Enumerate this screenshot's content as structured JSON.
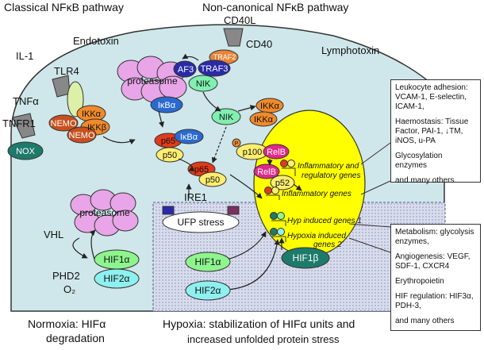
{
  "titles": {
    "classical": "Classical NFκB pathway",
    "noncanonical": "Non-canonical NFκB pathway",
    "normoxia_1": "Normoxia: HIFα",
    "normoxia_2": "degradation",
    "hypoxia_1": "Hypoxia: stabilization of HIFα units and",
    "hypoxia_2": "increased unfolded protein stress"
  },
  "stimuli": {
    "il1": "IL-1",
    "endotoxin": "Endotoxin",
    "tlr4": "TLR4",
    "tnfa": "TNFα",
    "tnfr1": "TNFR1",
    "cd40l": "CD40L",
    "cd40": "CD40",
    "lymphotoxin": "Lymphotoxin"
  },
  "nodes": {
    "nox": "NOX",
    "nemo_top": "NEMO",
    "nemo_bottom": "NEMO",
    "ikka_left": "IKKα",
    "ikkb": "IKKβ",
    "traf2": "TRAF2",
    "traf3_top": "TRAF3",
    "af3": "AF3",
    "nik_top": "NIK",
    "nik_mid": "NIK",
    "ikka_r1": "IKKα",
    "ikka_r2": "IKKα",
    "proteasome_top": "proteasome",
    "proteasome_bottom": "proteasome",
    "ikba_prot": "IκBα",
    "ikba_mid": "IκBα",
    "p65_1": "p65",
    "p50_1": "p50",
    "p65_2": "p65",
    "p50_2": "p50",
    "p100": "p100",
    "relb_1": "RelB",
    "relb_2": "RelB",
    "p52": "p52",
    "p_mark": "P",
    "ire1": "IRE1",
    "ufp_stress": "UFP stress",
    "vhl": "VHL",
    "hif1a_left": "HIF1α",
    "hif2a_left": "HIF2α",
    "phd2": "PHD2",
    "o2": "O₂",
    "hif1a_center": "HIF1α",
    "hif2a_center": "HIF2α",
    "hif1b": "HIF1β"
  },
  "genes": {
    "inflam_reg_1": "Inflammatory and",
    "inflam_reg_2": "regulatory genes",
    "inflam": "Inflammatory genes",
    "hyp1": "Hyp induced genes 1",
    "hyp2_1": "Hypoxia induced",
    "hyp2_2": "genes 2"
  },
  "panel_top": [
    "Leukocyte adhesion: VCAM-1, E-selectin, ICAM-1,",
    "Haemostasis: Tissue Factor, PAI-1, ↓TM, iNOS, u-PA",
    "Glycosylation enzymes",
    "and many others"
  ],
  "panel_bottom": [
    "Metabolism: glycolysis enzymes,",
    "Angiogenesis: VEGF, SDF-1, CXCR4",
    "Erythropoietin",
    "HIF regulation: HIF3α, PDH-3,",
    "and many others"
  ],
  "colors": {
    "cell": "#cfe7ea",
    "nucleus": "#ffff00",
    "proteasome": "#e8a6e8",
    "hif": "#8ef58e",
    "hif2": "#8ff0f0",
    "hif1b": "#1e7a6a",
    "ikk": "#f08a2a",
    "nemo": "#c8501e",
    "p65": "#e23a1a",
    "p50": "#ffee70",
    "relb": "#e02a8a",
    "traf": "#2a2aa8",
    "nik": "#7ff0b0"
  }
}
